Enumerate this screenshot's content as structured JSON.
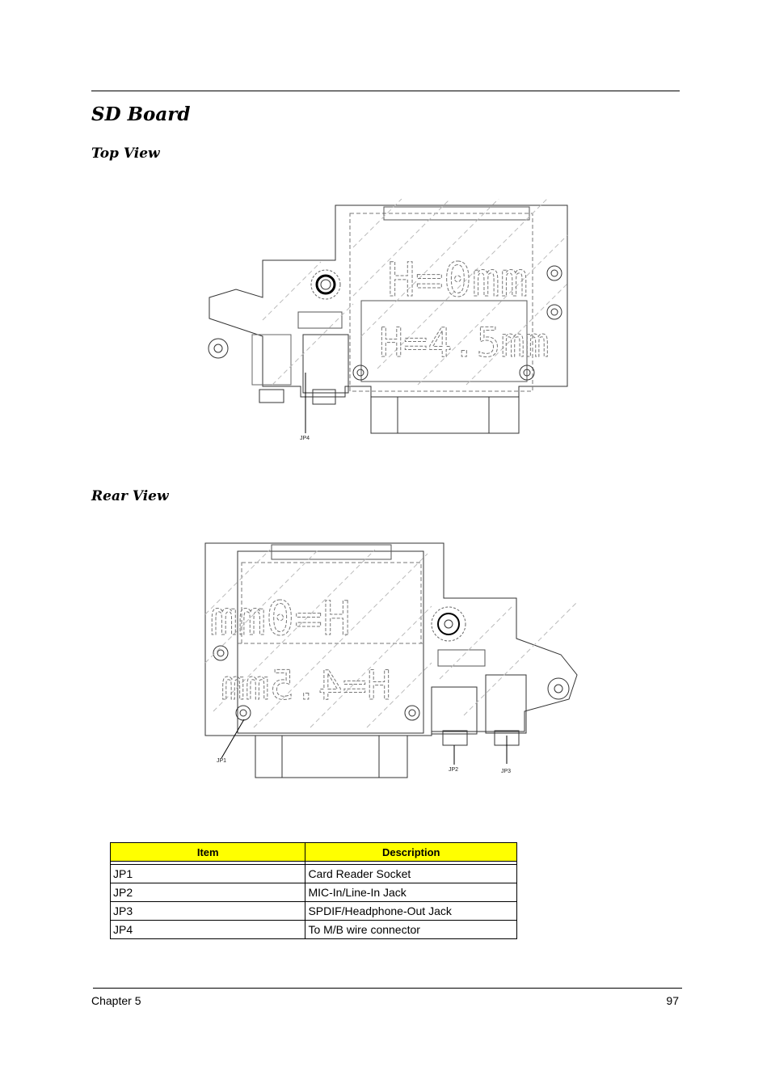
{
  "section_title": "SD Board",
  "top_view": {
    "heading": "Top View",
    "labels": [
      "JP4"
    ],
    "board_text": [
      "H=0mm",
      "H=4.5mm"
    ]
  },
  "rear_view": {
    "heading": "Rear View",
    "labels": [
      "JP1",
      "JP2",
      "JP3"
    ],
    "board_text": [
      "H=0mm",
      "H=4.5mm"
    ]
  },
  "table": {
    "headers": [
      "Item",
      "Description"
    ],
    "header_color": "#ffff00",
    "rows": [
      {
        "item": "JP1",
        "description": "Card Reader Socket"
      },
      {
        "item": "JP2",
        "description": "MIC-In/Line-In Jack"
      },
      {
        "item": "JP3",
        "description": "SPDIF/Headphone-Out Jack"
      },
      {
        "item": "JP4",
        "description": "To M/B wire connector"
      }
    ]
  },
  "footer": {
    "chapter": "Chapter 5",
    "page_number": "97"
  }
}
